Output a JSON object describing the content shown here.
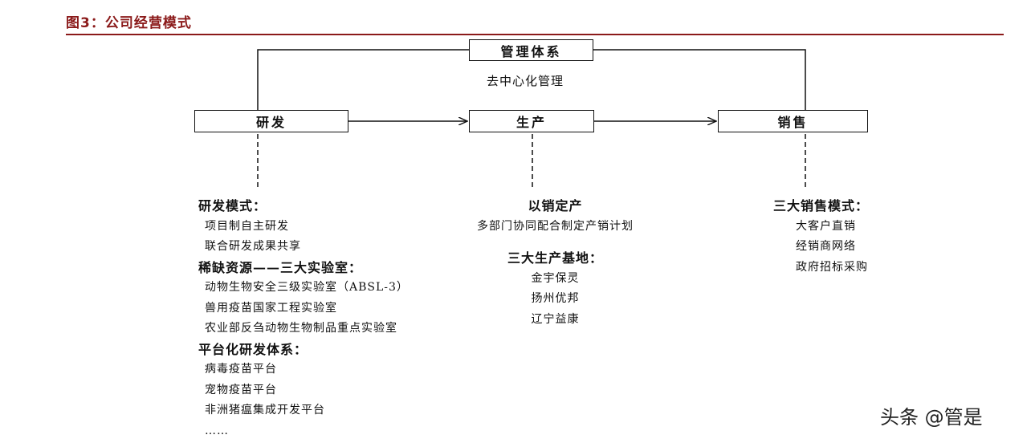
{
  "figure_title": "图3：公司经营模式",
  "top_box": "管理体系",
  "top_subtitle": "去中心化管理",
  "nodes": {
    "rd": "研发",
    "production": "生产",
    "sales": "销售"
  },
  "columns": {
    "rd": {
      "groups": [
        {
          "heading": "研发模式：",
          "items": [
            "项目制自主研发",
            "联合研发成果共享"
          ]
        },
        {
          "heading": "稀缺资源——三大实验室：",
          "items": [
            "动物生物安全三级实验室（ABSL-3）",
            "兽用疫苗国家工程实验室",
            "农业部反刍动物生物制品重点实验室"
          ]
        },
        {
          "heading": "平台化研发体系：",
          "items": [
            "病毒疫苗平台",
            "宠物疫苗平台",
            "非洲猪瘟集成开发平台",
            "……"
          ]
        }
      ]
    },
    "production": {
      "groups": [
        {
          "heading": "以销定产",
          "items": [
            "多部门协同配合制定产销计划"
          ]
        },
        {
          "heading": "三大生产基地：",
          "items": [
            "金宇保灵",
            "扬州优邦",
            "辽宁益康"
          ]
        }
      ]
    },
    "sales": {
      "groups": [
        {
          "heading": "三大销售模式：",
          "items": [
            "大客户直销",
            "经销商网络",
            "政府招标采购"
          ]
        }
      ]
    }
  },
  "watermark": "头条 @管是"
}
